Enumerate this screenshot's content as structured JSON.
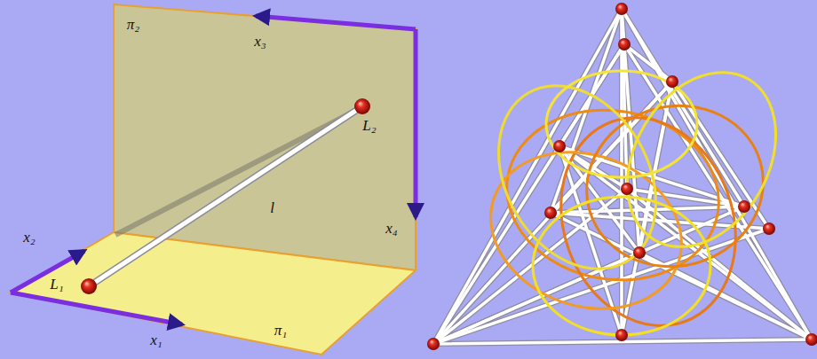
{
  "diagram": {
    "nodes": [
      {
        "text": [
          "L₂"
        ]
      },
      {
        "text": [
          "L₁"
        ]
      }
    ],
    "edges": [
      {
        "from": 1,
        "to": 0,
        "arrow": "none",
        "label": "l"
      }
    ],
    "labels": [
      "π₂",
      "x₃",
      "x₄",
      "x₂",
      "x₁",
      "π₁"
    ]
  }
}
